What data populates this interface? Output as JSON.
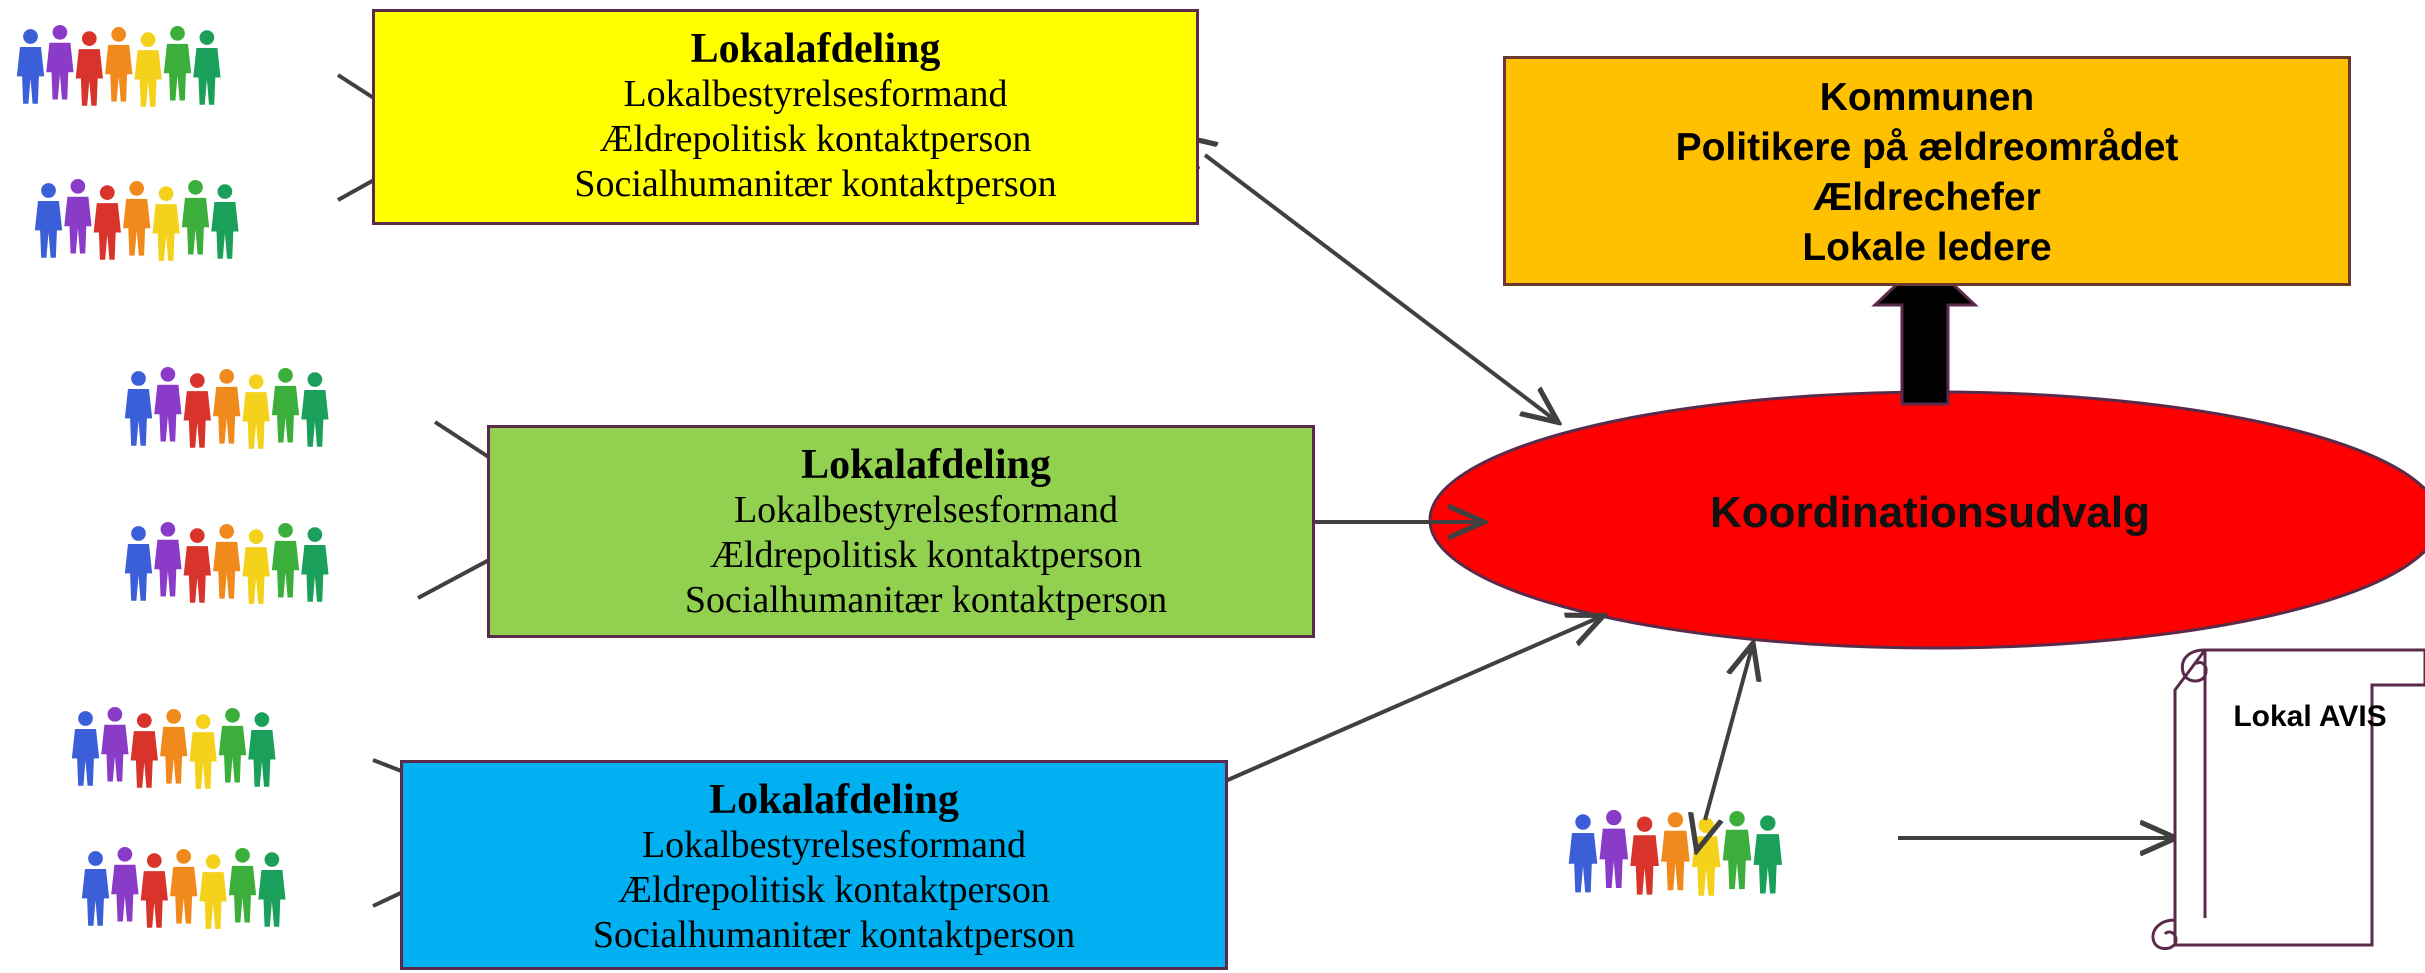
{
  "colors": {
    "yellow": "#ffff00",
    "green": "#92d050",
    "blue": "#00b0f0",
    "orange": "#ffc000",
    "red_ellipse": "#ff0000",
    "arrow": "#404040"
  },
  "yellow_box": {
    "title": "Lokalafdeling",
    "line1": "Lokalbestyrelsesformand",
    "line2": "Ældrepolitisk kontaktperson",
    "line3": "Socialhumanitær kontaktperson"
  },
  "green_box": {
    "title": "Lokalafdeling",
    "line1": "Lokalbestyrelsesformand",
    "line2": "Ældrepolitisk kontaktperson",
    "line3": "Socialhumanitær kontaktperson"
  },
  "blue_box": {
    "title": "Lokalafdeling",
    "line1": "Lokalbestyrelsesformand",
    "line2": "Ældrepolitisk kontaktperson",
    "line3": "Socialhumanitær kontaktperson"
  },
  "kommune_box": {
    "line1": "Kommunen",
    "line2": "Politikere på ældreområdet",
    "line3": "Ældrechefer",
    "line4": "Lokale ledere"
  },
  "ellipse": {
    "label": "Koordinationsudvalg"
  },
  "newspaper": {
    "label": "Lokal AVIS"
  },
  "icons": [
    "people-group-icon",
    "scroll-icon",
    "up-arrow-icon"
  ]
}
